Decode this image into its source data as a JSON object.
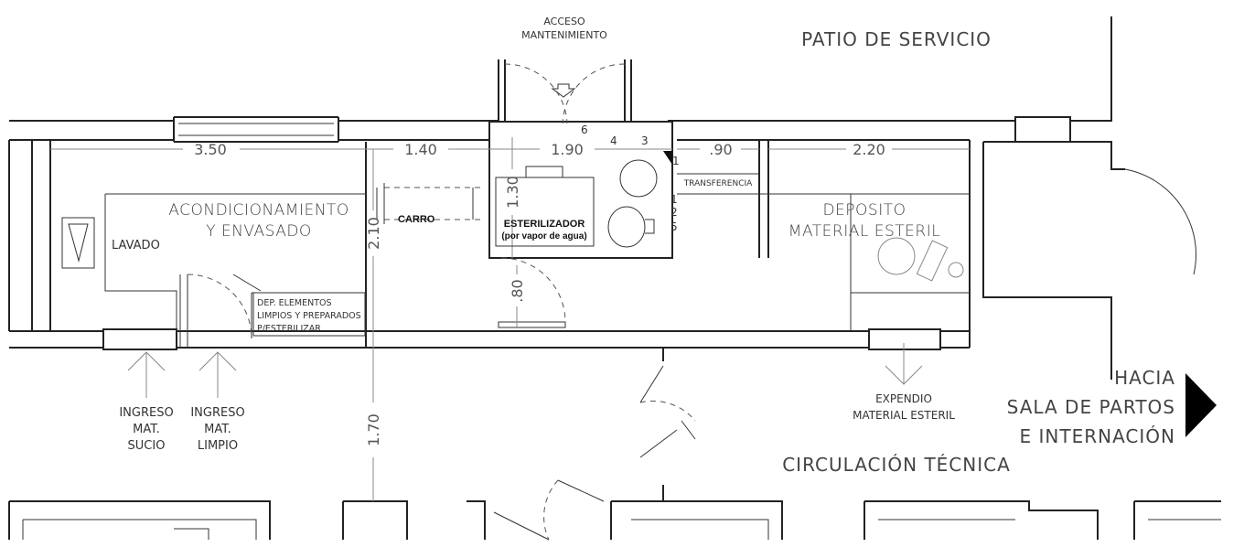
{
  "labels": {
    "acceso": [
      "ACCESO",
      "MANTENIMIENTO"
    ],
    "patio": "PATIO DE SERVICIO",
    "acondicionamiento": [
      "ACONDICIONAMIENTO",
      "Y ENVASADO"
    ],
    "lavado": "LAVADO",
    "carro": "CARRO",
    "esterilizador": [
      "ESTERILIZADOR",
      "(por vapor de agua)"
    ],
    "transferencia": "TRANSFERENCIA",
    "deposito": [
      "DEPOSITO",
      "MATERIAL ESTERIL"
    ],
    "dep_elementos": [
      "DEP. ELEMENTOS",
      "LIMPIOS Y PREPARADOS",
      "P/ESTERILIZAR"
    ],
    "ingreso_sucio": [
      "INGRESO",
      "MAT.",
      "SUCIO"
    ],
    "ingreso_limpio": [
      "INGRESO",
      "MAT.",
      "LIMPIO"
    ],
    "expendio": [
      "EXPENDIO",
      "MATERIAL ESTERIL"
    ],
    "hacia": [
      "HACIA",
      "SALA DE PARTOS",
      "E INTERNACIÓN"
    ],
    "circulacion": "CIRCULACIÓN TÉCNICA"
  },
  "dimensions": {
    "d350": "3.50",
    "d140": "1.40",
    "d190": "1.90",
    "d090": ".90",
    "d220": "2.20",
    "d130": "1.30",
    "d210": "2.10",
    "d080": ".80",
    "d170": "1.70"
  },
  "equipment_numbers": [
    "6",
    "4",
    "3",
    "1",
    "1",
    "2",
    "5"
  ],
  "colors": {
    "lines": "#222222",
    "text": "#444444",
    "arrow": "#000000"
  }
}
